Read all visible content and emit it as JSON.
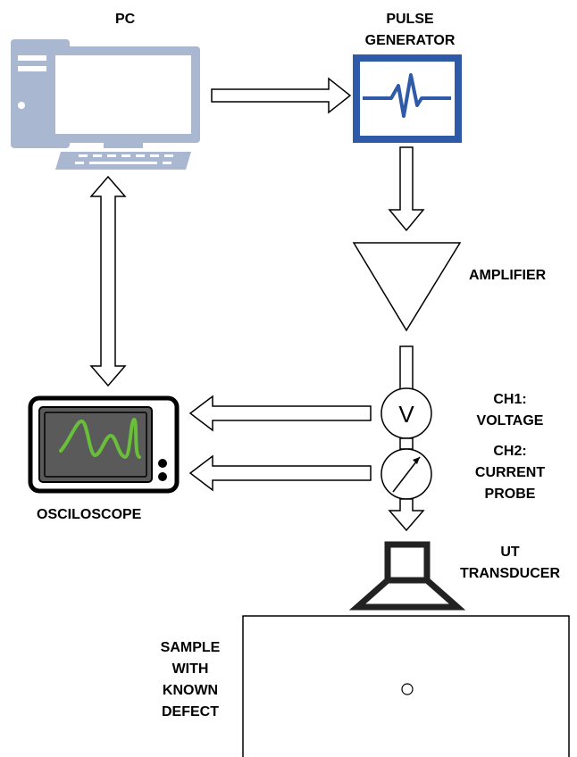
{
  "labels": {
    "pc": "PC",
    "pulse_generator": [
      "PULSE",
      "GENERATOR"
    ],
    "amplifier": "AMPLIFIER",
    "ch1": [
      "CH1:",
      "VOLTAGE"
    ],
    "ch2": [
      "CH2:",
      "CURRENT",
      "PROBE"
    ],
    "oscilloscope": "OSCILOSCOPE",
    "ut_transducer": [
      "UT",
      "TRANSDUCER"
    ],
    "sample": [
      "SAMPLE",
      "WITH",
      "KNOWN",
      "DEFECT"
    ],
    "voltmeter_symbol": "V"
  },
  "colors": {
    "pc": "#a9b8d0",
    "pc_screen": "#ffffff",
    "pulse_generator": "#2e5aa8",
    "oscilloscope_screen": "#5a5a5a",
    "oscilloscope_trace": "#6abf3a",
    "outline": "#000000"
  },
  "icons": [
    "pc-icon",
    "pulse-generator-icon",
    "amplifier-icon",
    "voltmeter-icon",
    "current-probe-icon",
    "oscilloscope-icon",
    "ut-transducer-icon"
  ]
}
